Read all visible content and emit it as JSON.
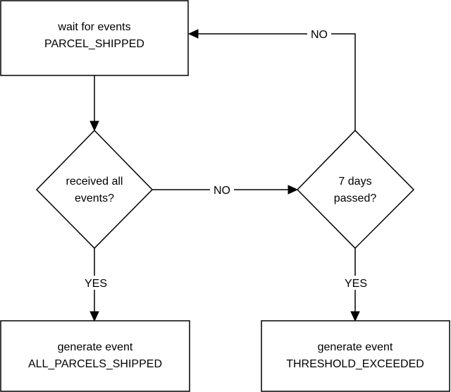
{
  "nodes": {
    "wait": {
      "line1": "wait for events",
      "line2": "PARCEL_SHIPPED"
    },
    "received": {
      "line1": "received all",
      "line2": "events?"
    },
    "days": {
      "line1": "7 days",
      "line2": "passed?"
    },
    "all_shipped": {
      "line1": "generate event",
      "line2": "ALL_PARCELS_SHIPPED"
    },
    "threshold": {
      "line1": "generate event",
      "line2": "THRESHOLD_EXCEEDED"
    }
  },
  "edges": {
    "received_to_days": "NO",
    "days_to_wait": "NO",
    "received_to_all_shipped": "YES",
    "days_to_threshold": "YES"
  },
  "colors": {
    "stroke": "#000000",
    "fill": "#ffffff",
    "text": "#000000"
  }
}
